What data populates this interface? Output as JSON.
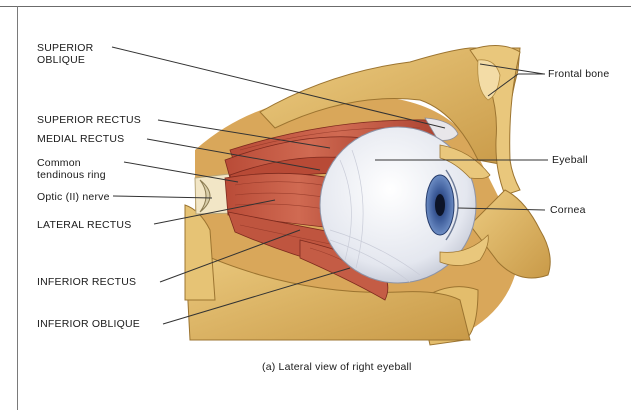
{
  "labels": {
    "superior_oblique": "SUPERIOR OBLIQUE",
    "superior_rectus": "SUPERIOR RECTUS",
    "medial_rectus": "MEDIAL RECTUS",
    "common_tendinous_ring": "Common tendinous ring",
    "optic_nerve": "Optic (II) nerve",
    "lateral_rectus": "LATERAL RECTUS",
    "inferior_rectus": "INFERIOR RECTUS",
    "inferior_oblique": "INFERIOR OBLIQUE",
    "frontal_bone": "Frontal bone",
    "eyeball": "Eyeball",
    "cornea": "Cornea"
  },
  "caption": "(a) Lateral view of right eyeball",
  "colors": {
    "bone": "#e0b864",
    "bone_dark": "#b8893a",
    "muscle": "#c65a44",
    "muscle_dark": "#8e3426",
    "sclera": "#e9ebf2",
    "iris": "#4a6aa8",
    "leader": "#333333"
  }
}
